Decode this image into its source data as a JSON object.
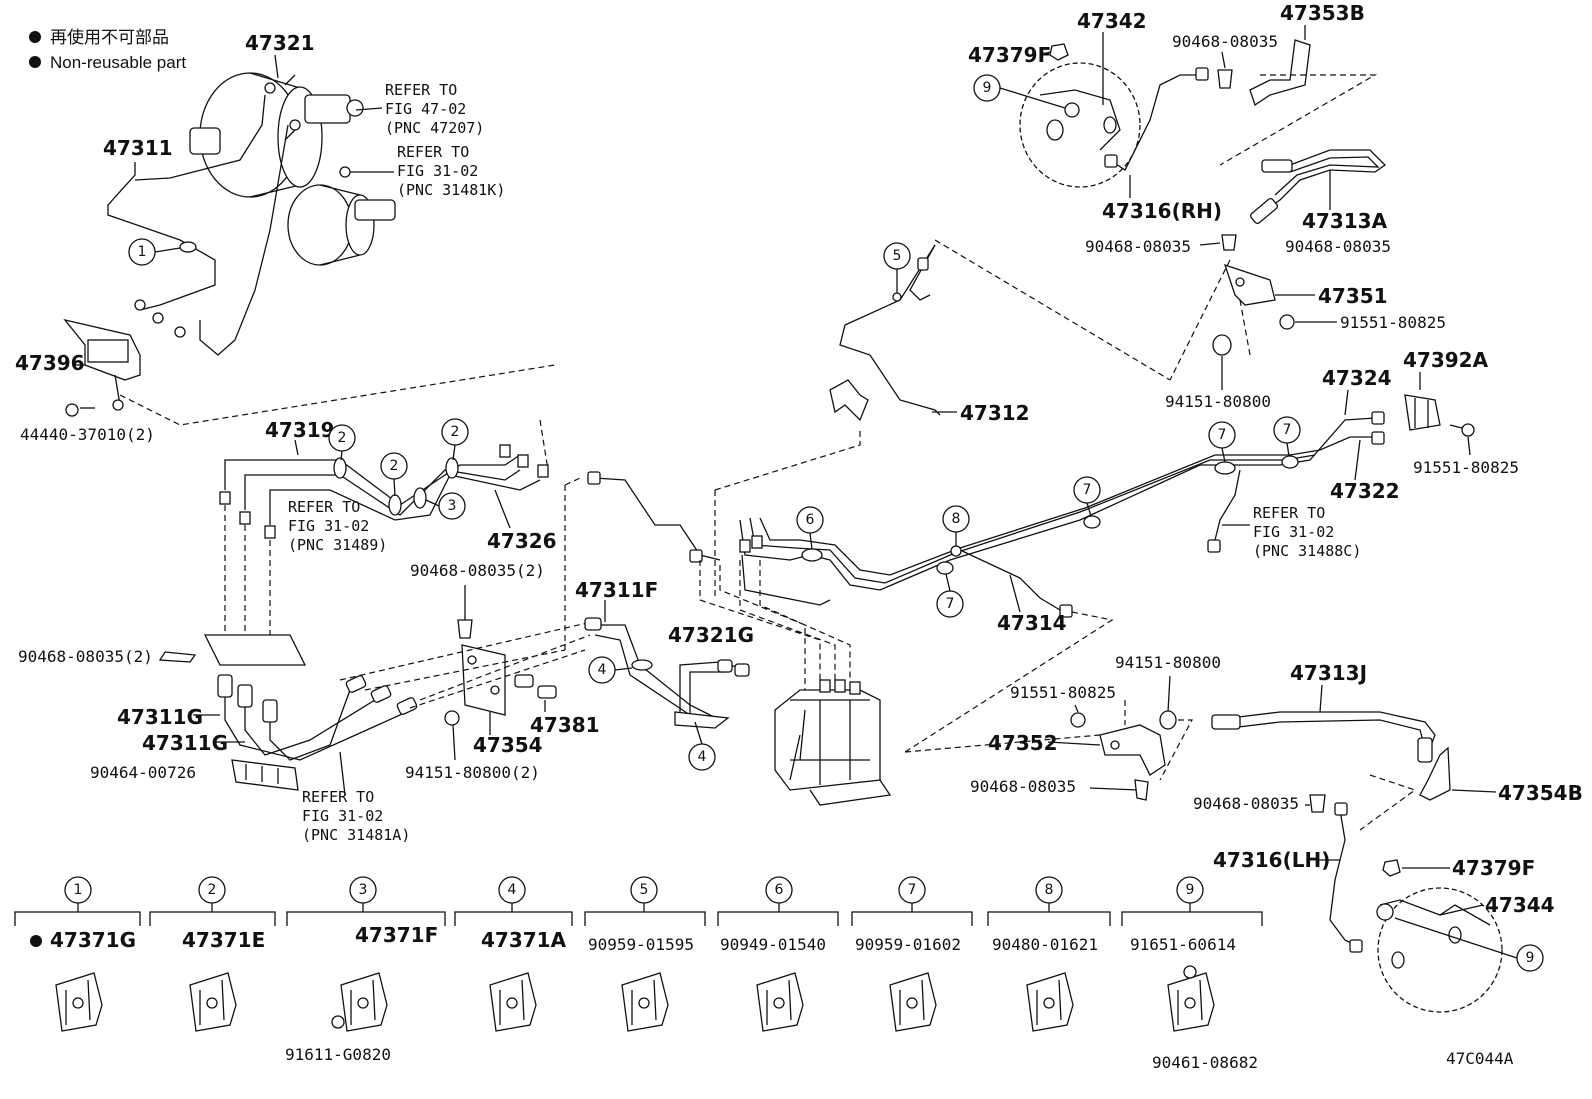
{
  "legend": {
    "line_jp": "再使用不可部品",
    "line_en": "Non-reusable part"
  },
  "labels": {
    "p47321": "47321",
    "p47311": "47311",
    "p47396": "47396",
    "p44440": "44440-37010(2)",
    "p47319": "47319",
    "p47326": "47326",
    "p47311G_a": "47311G",
    "p47311G_b": "47311G",
    "p90464": "90464-00726",
    "p90468_2a": "90468-08035(2)",
    "p90468_2b": "90468-08035(2)",
    "p47354": "47354",
    "p47381": "47381",
    "p94151_2": "94151-80800(2)",
    "p47311F": "47311F",
    "p47321G": "47321G",
    "p47312": "47312",
    "p47314": "47314",
    "p47342": "47342",
    "p47379F_a": "47379F",
    "p47353B": "47353B",
    "p90468_a": "90468-08035",
    "p47316RH": "47316(RH)",
    "p47313A": "47313A",
    "p90468_b": "90468-08035",
    "p90468_c": "90468-08035",
    "p47351": "47351",
    "p91551_a": "91551-80825",
    "p94151_a": "94151-80800",
    "p47324": "47324",
    "p47392A": "47392A",
    "p91551_b": "91551-80825",
    "p47322": "47322",
    "p94151_b": "94151-80800",
    "p91551_c": "91551-80825",
    "p47352": "47352",
    "p90468_d": "90468-08035",
    "p47313J": "47313J",
    "p47354B": "47354B",
    "p90468_e": "90468-08035",
    "p47316LH": "47316(LH)",
    "p47379F_b": "47379F",
    "p47344": "47344",
    "drawing_id": "47C044A"
  },
  "references": {
    "ref1": [
      "REFER TO",
      "FIG 47-02",
      "(PNC 47207)"
    ],
    "ref2": [
      "REFER TO",
      "FIG 31-02",
      "(PNC 31481K)"
    ],
    "ref3": [
      "REFER TO",
      "FIG 31-02",
      "(PNC 31489)"
    ],
    "ref4": [
      "REFER TO",
      "FIG 31-02",
      "(PNC 31481A)"
    ],
    "ref5": [
      "REFER TO",
      "FIG 31-02",
      "(PNC 31488C)"
    ]
  },
  "callouts": [
    "1",
    "2",
    "3",
    "4",
    "5",
    "6",
    "7",
    "8",
    "9"
  ],
  "clamp_table": [
    {
      "num": "1",
      "part": "47371G",
      "non_reusable": true
    },
    {
      "num": "2",
      "part": "47371E",
      "non_reusable": false
    },
    {
      "num": "3",
      "part": "47371F",
      "non_reusable": false,
      "extra": "91611-G0820"
    },
    {
      "num": "4",
      "part": "47371A",
      "non_reusable": false
    },
    {
      "num": "5",
      "part": "90959-01595",
      "non_reusable": false
    },
    {
      "num": "6",
      "part": "90949-01540",
      "non_reusable": false
    },
    {
      "num": "7",
      "part": "90959-01602",
      "non_reusable": false
    },
    {
      "num": "8",
      "part": "90480-01621",
      "non_reusable": false
    },
    {
      "num": "9",
      "part": "91651-60614",
      "non_reusable": false,
      "extra": "90461-08682"
    }
  ]
}
